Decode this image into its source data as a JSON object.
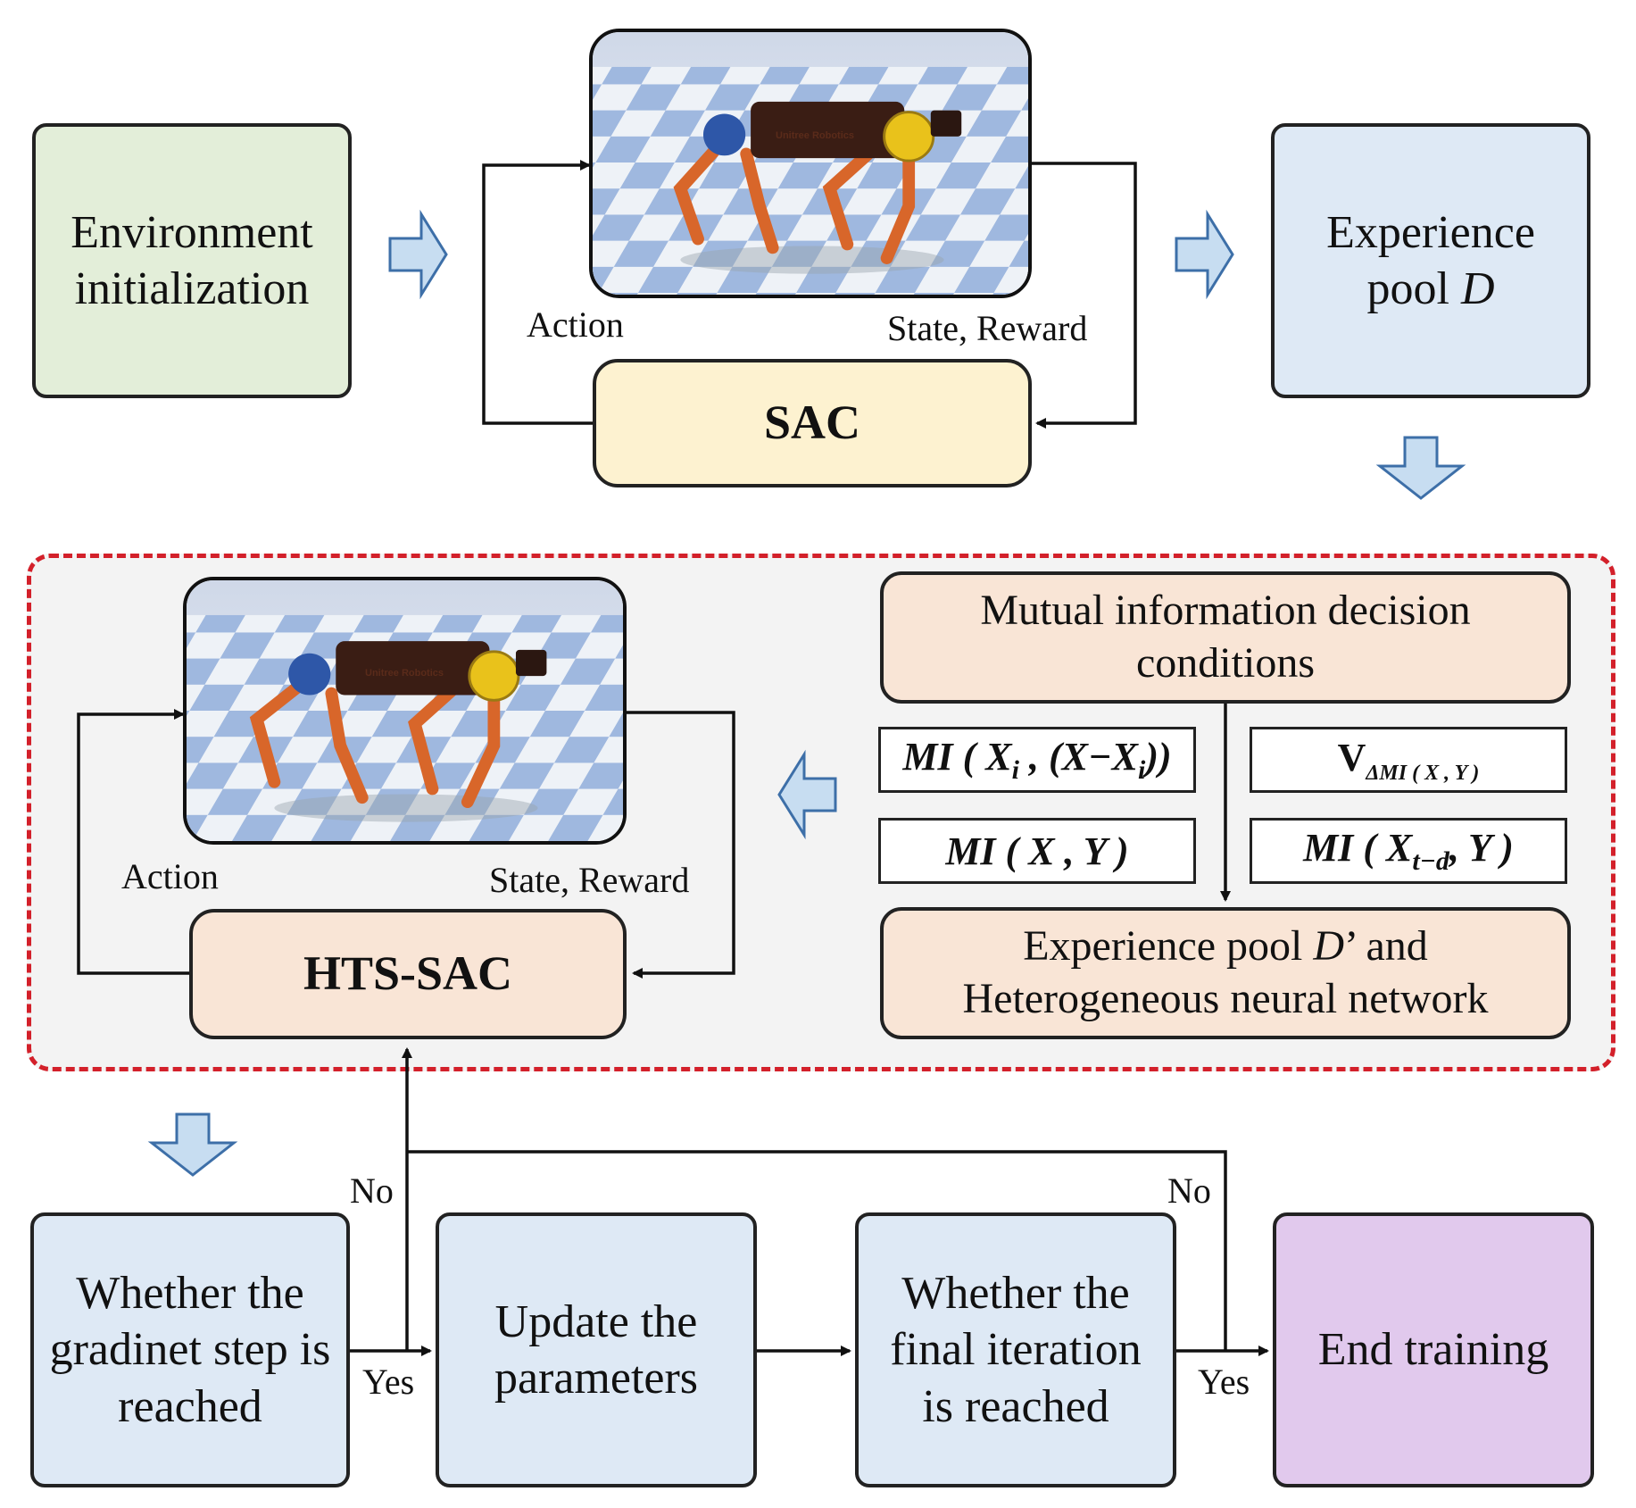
{
  "colors": {
    "green_box": "#e3eed9",
    "blue_box": "#dee9f5",
    "yellow_box": "#fdf2d0",
    "peach_box": "#f9e5d6",
    "purple_box": "#e1c9ed",
    "dashed_border": "#d3202a",
    "dashed_fill": "#f3f3f3",
    "block_arrow": "#c7ddf1",
    "block_arrow_stroke": "#3d6fa8"
  },
  "top": {
    "env_init": "Environment initialization",
    "pool_d_text": "Experience pool ",
    "pool_d_var": "D",
    "sac": "SAC",
    "action": "Action",
    "state_reward": "State, Reward"
  },
  "middle": {
    "scene_brand": "Unitree Robotics",
    "action": "Action",
    "state_reward": "State, Reward",
    "hts_sac": "HTS-SAC",
    "mi_conditions": "Mutual information decision conditions",
    "formulas": {
      "mi_xi": {
        "pre": "MI ( X",
        "sub": "i",
        "mid": " , (X−X",
        "sub2": "i",
        "post": "))"
      },
      "v_delta": {
        "main": "V",
        "sub": "ΔMI ( X , Y )"
      },
      "mi_xy": "MI ( X , Y )",
      "mi_xtd": {
        "pre": "MI ( X",
        "sub": "t−d",
        "post": ", Y )"
      }
    },
    "pool_hetero_line1_text": "Experience pool ",
    "pool_hetero_line1_var": "D",
    "pool_hetero_line1_rest": "’  and",
    "pool_hetero_line2": "Heterogeneous neural network"
  },
  "bottom": {
    "gradient_check": "Whether the gradinet step is reached",
    "update_params": "Update the parameters",
    "final_iter_check": "Whether the final iteration is reached",
    "end_training": "End training",
    "no_left": "No",
    "no_right": "No",
    "yes_left": "Yes",
    "yes_right": "Yes"
  }
}
